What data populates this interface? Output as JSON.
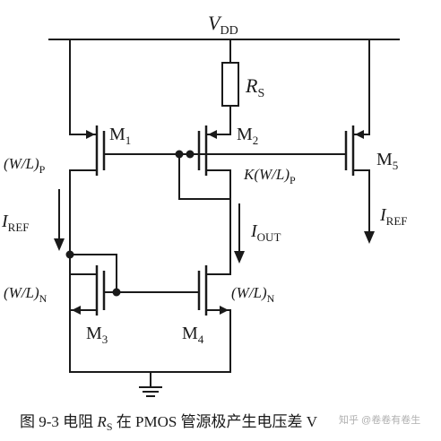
{
  "diagram": {
    "supply": {
      "label": "V",
      "sub": "DD"
    },
    "resistor": {
      "label": "R",
      "sub": "S"
    },
    "transistors": [
      {
        "id": "M1",
        "label": "M",
        "sub": "1",
        "type": "pmos",
        "size_label": "(W/L)",
        "size_sub": "P"
      },
      {
        "id": "M2",
        "label": "M",
        "sub": "2",
        "type": "pmos",
        "size_label": "K(W/L)",
        "size_sub": "P"
      },
      {
        "id": "M3",
        "label": "M",
        "sub": "3",
        "type": "nmos",
        "size_label": "(W/L)",
        "size_sub": "N"
      },
      {
        "id": "M4",
        "label": "M",
        "sub": "4",
        "type": "nmos",
        "size_label": "(W/L)",
        "size_sub": "N"
      },
      {
        "id": "M5",
        "label": "M",
        "sub": "5",
        "type": "pmos"
      }
    ],
    "currents": {
      "iref_left": {
        "label": "I",
        "sub": "REF"
      },
      "iout": {
        "label": "I",
        "sub": "OUT"
      },
      "iref_right": {
        "label": "I",
        "sub": "REF"
      }
    }
  },
  "caption": {
    "prefix": "图 9-3  电阻 ",
    "r": "R",
    "r_sub": "S",
    "suffix": " 在 PMOS 管源极产生电压差 V"
  },
  "watermark": "知乎 @卷卷有卷生"
}
